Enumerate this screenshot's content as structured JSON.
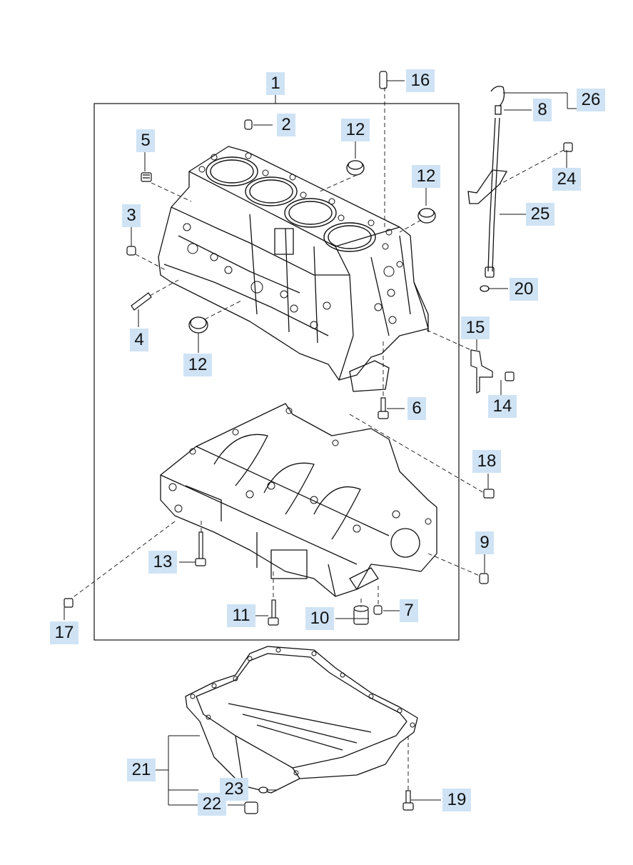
{
  "diagram": {
    "colors": {
      "callout_fill": "#cfe3f5",
      "line": "#111111"
    },
    "callouts": [
      {
        "id": "c1",
        "label": "1"
      },
      {
        "id": "c2",
        "label": "2"
      },
      {
        "id": "c3",
        "label": "3"
      },
      {
        "id": "c4",
        "label": "4"
      },
      {
        "id": "c5",
        "label": "5"
      },
      {
        "id": "c6",
        "label": "6"
      },
      {
        "id": "c7",
        "label": "7"
      },
      {
        "id": "c8",
        "label": "8"
      },
      {
        "id": "c9",
        "label": "9"
      },
      {
        "id": "c10",
        "label": "10"
      },
      {
        "id": "c11",
        "label": "11"
      },
      {
        "id": "c12a",
        "label": "12"
      },
      {
        "id": "c12b",
        "label": "12"
      },
      {
        "id": "c12c",
        "label": "12"
      },
      {
        "id": "c13",
        "label": "13"
      },
      {
        "id": "c14",
        "label": "14"
      },
      {
        "id": "c15",
        "label": "15"
      },
      {
        "id": "c16",
        "label": "16"
      },
      {
        "id": "c17",
        "label": "17"
      },
      {
        "id": "c18",
        "label": "18"
      },
      {
        "id": "c19",
        "label": "19"
      },
      {
        "id": "c20",
        "label": "20"
      },
      {
        "id": "c21",
        "label": "21"
      },
      {
        "id": "c22",
        "label": "22"
      },
      {
        "id": "c23",
        "label": "23"
      },
      {
        "id": "c24",
        "label": "24"
      },
      {
        "id": "c25",
        "label": "25"
      },
      {
        "id": "c26",
        "label": "26"
      }
    ]
  }
}
